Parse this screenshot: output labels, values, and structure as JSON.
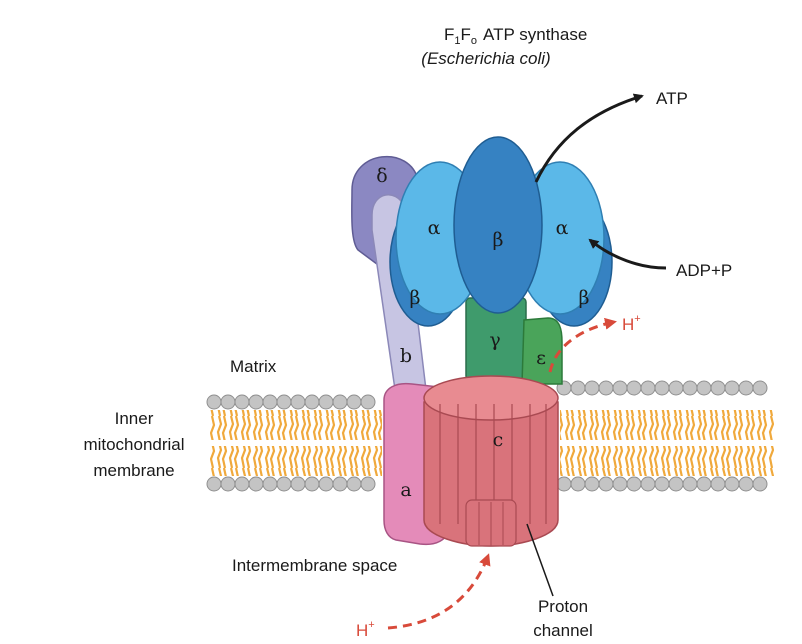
{
  "title": {
    "f_letter": "F",
    "sub1": "1",
    "sub_o": "o",
    "rest": "ATP synthase",
    "organism": "(Escherichia coli)"
  },
  "labels": {
    "atp": "ATP",
    "adp": "ADP+P",
    "h_out_letter": "H",
    "h_in_letter": "H",
    "h_plus": "+",
    "matrix": "Matrix",
    "inner_line1": "Inner",
    "inner_line2": "mitochondrial",
    "inner_line3": "membrane",
    "intermembrane": "Intermembrane space",
    "proton_line1": "Proton",
    "proton_line2": "channel"
  },
  "subunits": {
    "delta": "δ",
    "alpha_left": "α",
    "alpha_right": "α",
    "beta_center": "β",
    "beta_left": "β",
    "beta_right": "β",
    "gamma": "γ",
    "epsilon": "ε",
    "b": "b",
    "a": "a",
    "c": "c"
  },
  "colors": {
    "delta": "#8b88c2",
    "b": "#c7c5e3",
    "alpha": "#5bb8e8",
    "beta": "#3682c2",
    "gamma": "#3f9b6c",
    "epsilon": "#4aa45a",
    "c_ring": "#e88b91",
    "a": "#e48bb9",
    "lipid_head": "#c4c4c4",
    "lipid_tail": "#f0a93c",
    "proton_arrow": "#d84a3a"
  }
}
